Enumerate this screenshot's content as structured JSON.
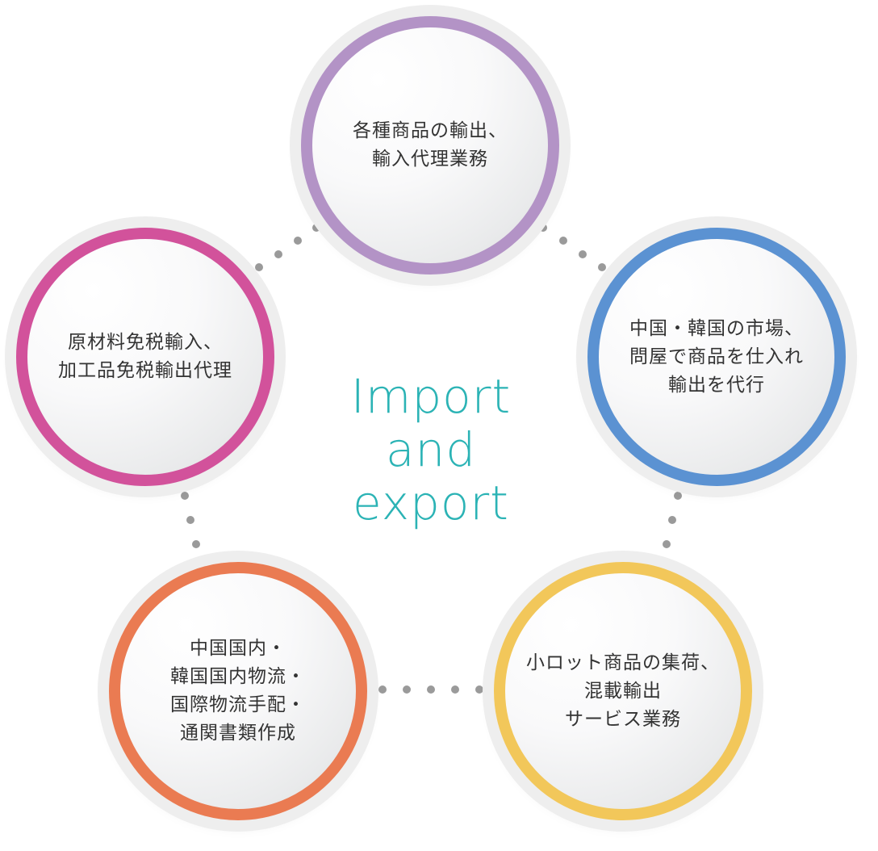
{
  "center_title": {
    "lines": [
      "Import",
      "and",
      "export"
    ],
    "color": "#2bb3b5"
  },
  "nodes": [
    {
      "id": "top",
      "ring_color": "#b393c6",
      "lines": [
        "各種商品の輸出、",
        "輸入代理業務"
      ]
    },
    {
      "id": "right",
      "ring_color": "#5b92d2",
      "lines": [
        "中国・韓国の市場、",
        "問屋で商品を仕入れ",
        "輸出を代行"
      ]
    },
    {
      "id": "bottom-right",
      "ring_color": "#f2c75a",
      "lines": [
        "小ロット商品の集荷、",
        "混載輸出",
        "サービス業務"
      ]
    },
    {
      "id": "bottom-left",
      "ring_color": "#ea7b52",
      "lines": [
        "中国国内・",
        "韓国国内物流・",
        "国際物流手配・",
        "通関書類作成"
      ]
    },
    {
      "id": "left",
      "ring_color": "#d2529b",
      "lines": [
        "原材料免税輸入、",
        "加工品免税輸出代理"
      ]
    }
  ],
  "connector_color": "#9a9a9a"
}
